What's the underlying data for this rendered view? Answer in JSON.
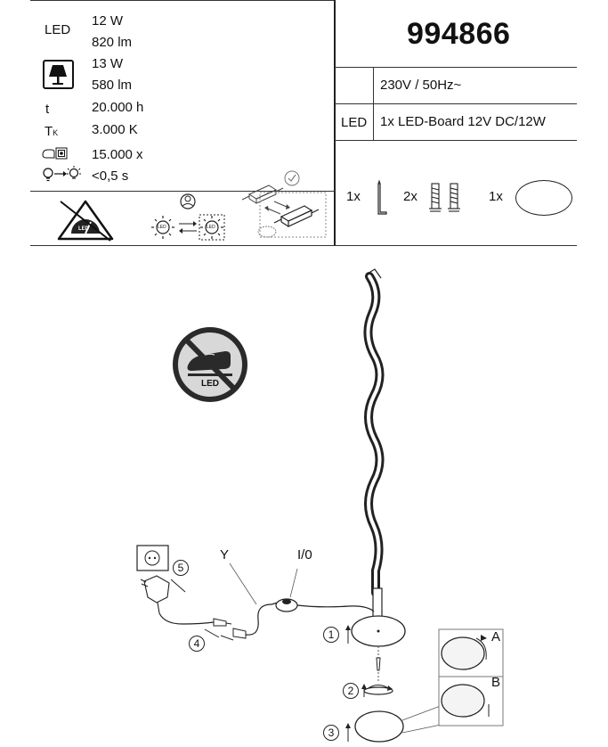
{
  "specs": {
    "led_label": "LED",
    "led_watt": "12 W",
    "led_lumen": "820 lm",
    "bulb_watt": "13 W",
    "bulb_lumen": "580 lm",
    "life_label": "t",
    "life_value": "20.000 h",
    "tk_label": "T",
    "tk_sub": "K",
    "tk_value": "3.000 K",
    "switch_value": "15.000 x",
    "startup_value": "<0,5 s"
  },
  "product": {
    "article_number": "994866",
    "voltage": "230V / 50Hz~",
    "led_label": "LED",
    "led_board": "1x LED-Board 12V DC/12W"
  },
  "parts": {
    "angle_count": "1x",
    "screw_count": "2x",
    "pad_count": "1x"
  },
  "icons": {
    "dimmer_label": "LED",
    "no_touch_label": "LED",
    "sun_a_label": "LED",
    "sun_b_label": "LED"
  },
  "diagram": {
    "cable_y_label": "Y",
    "switch_label": "I/0",
    "step_1": "1",
    "step_2": "2",
    "step_3": "3",
    "step_4": "4",
    "step_5": "5",
    "detail_a": "A",
    "detail_b": "B"
  }
}
